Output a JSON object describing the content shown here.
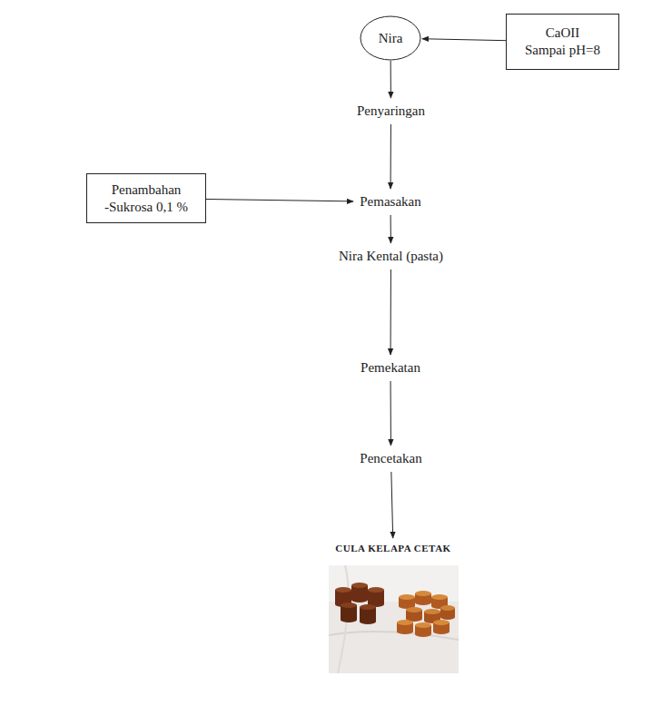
{
  "diagram": {
    "nodes": [
      {
        "text": [
          "Nira"
        ]
      },
      {
        "text": [
          "CaOII Sampai pH=8"
        ]
      },
      {
        "text": [
          "Penyaringan"
        ]
      },
      {
        "text": [
          "Penambahan",
          "-Sukrosa 0,1 %"
        ]
      },
      {
        "text": [
          "Pemasakan"
        ]
      },
      {
        "text": [
          "Nira Kental (pasta)"
        ]
      },
      {
        "text": [
          "Pemekatan"
        ]
      },
      {
        "text": [
          "Pencetakan"
        ]
      },
      {
        "text": [
          "CULA KELAPA CETAK"
        ]
      }
    ],
    "edges": [
      {
        "from": 1,
        "to": 0,
        "arrow": "to"
      },
      {
        "from": 0,
        "to": 2,
        "arrow": "to"
      },
      {
        "from": 2,
        "to": 4,
        "arrow": "to"
      },
      {
        "from": 3,
        "to": 4,
        "arrow": "to"
      },
      {
        "from": 4,
        "to": 5,
        "arrow": "to"
      },
      {
        "from": 5,
        "to": 6,
        "arrow": "to"
      },
      {
        "from": 6,
        "to": 7,
        "arrow": "to"
      },
      {
        "from": 7,
        "to": 8,
        "arrow": "to"
      }
    ]
  }
}
